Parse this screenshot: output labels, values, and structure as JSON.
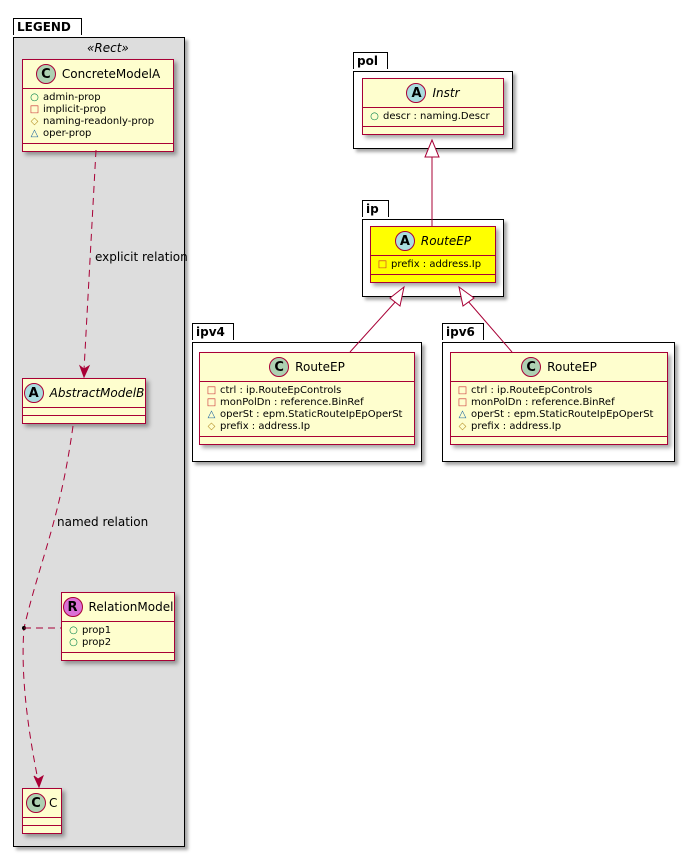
{
  "legend": {
    "package_label": "LEGEND",
    "stereotype": "«Rect»",
    "concrete": {
      "name": "ConcreteModelA",
      "kind": "C",
      "attributes": [
        {
          "vis": "public",
          "symbol": "○",
          "text": "admin-prop"
        },
        {
          "vis": "private",
          "symbol": "□",
          "text": "implicit-prop"
        },
        {
          "vis": "protected",
          "symbol": "◇",
          "text": "naming-readonly-prop"
        },
        {
          "vis": "package",
          "symbol": "△",
          "text": "oper-prop"
        }
      ]
    },
    "abstract": {
      "name": "AbstractModelB",
      "kind": "A"
    },
    "relation": {
      "name": "RelationModel",
      "kind": "R",
      "attributes": [
        {
          "vis": "public",
          "symbol": "○",
          "text": "prop1"
        },
        {
          "vis": "public",
          "symbol": "○",
          "text": "prop2"
        }
      ]
    },
    "target": {
      "name": "C",
      "kind": "C"
    },
    "explicit_relation_label": "explicit relation",
    "named_relation_label": "named relation"
  },
  "packages": {
    "pol": {
      "label": "pol",
      "class": {
        "name": "Instr",
        "kind": "A",
        "attributes": [
          {
            "vis": "public",
            "symbol": "○",
            "text": "descr : naming.Descr"
          }
        ]
      }
    },
    "ip": {
      "label": "ip",
      "class": {
        "name": "RouteEP",
        "kind": "A",
        "highlight": "#ffff00",
        "attributes": [
          {
            "vis": "private",
            "symbol": "□",
            "text": "prefix : address.Ip"
          }
        ]
      }
    },
    "ipv4": {
      "label": "ipv4",
      "class": {
        "name": "RouteEP",
        "kind": "C",
        "attributes": [
          {
            "vis": "private",
            "symbol": "□",
            "text": "ctrl : ip.RouteEpControls"
          },
          {
            "vis": "private",
            "symbol": "□",
            "text": "monPolDn : reference.BinRef"
          },
          {
            "vis": "package",
            "symbol": "△",
            "text": "operSt : epm.StaticRouteIpEpOperSt"
          },
          {
            "vis": "protected",
            "symbol": "◇",
            "text": "prefix : address.Ip"
          }
        ]
      }
    },
    "ipv6": {
      "label": "ipv6",
      "class": {
        "name": "RouteEP",
        "kind": "C",
        "attributes": [
          {
            "vis": "private",
            "symbol": "□",
            "text": "ctrl : ip.RouteEpControls"
          },
          {
            "vis": "private",
            "symbol": "□",
            "text": "monPolDn : reference.BinRef"
          },
          {
            "vis": "package",
            "symbol": "△",
            "text": "operSt : epm.StaticRouteIpEpOperSt"
          },
          {
            "vis": "protected",
            "symbol": "◇",
            "text": "prefix : address.Ip"
          }
        ]
      }
    }
  },
  "colors": {
    "class_fill": "#fefece",
    "class_border": "#a80036",
    "highlight_fill": "#ffff00",
    "legend_bg": "#dddddd"
  }
}
